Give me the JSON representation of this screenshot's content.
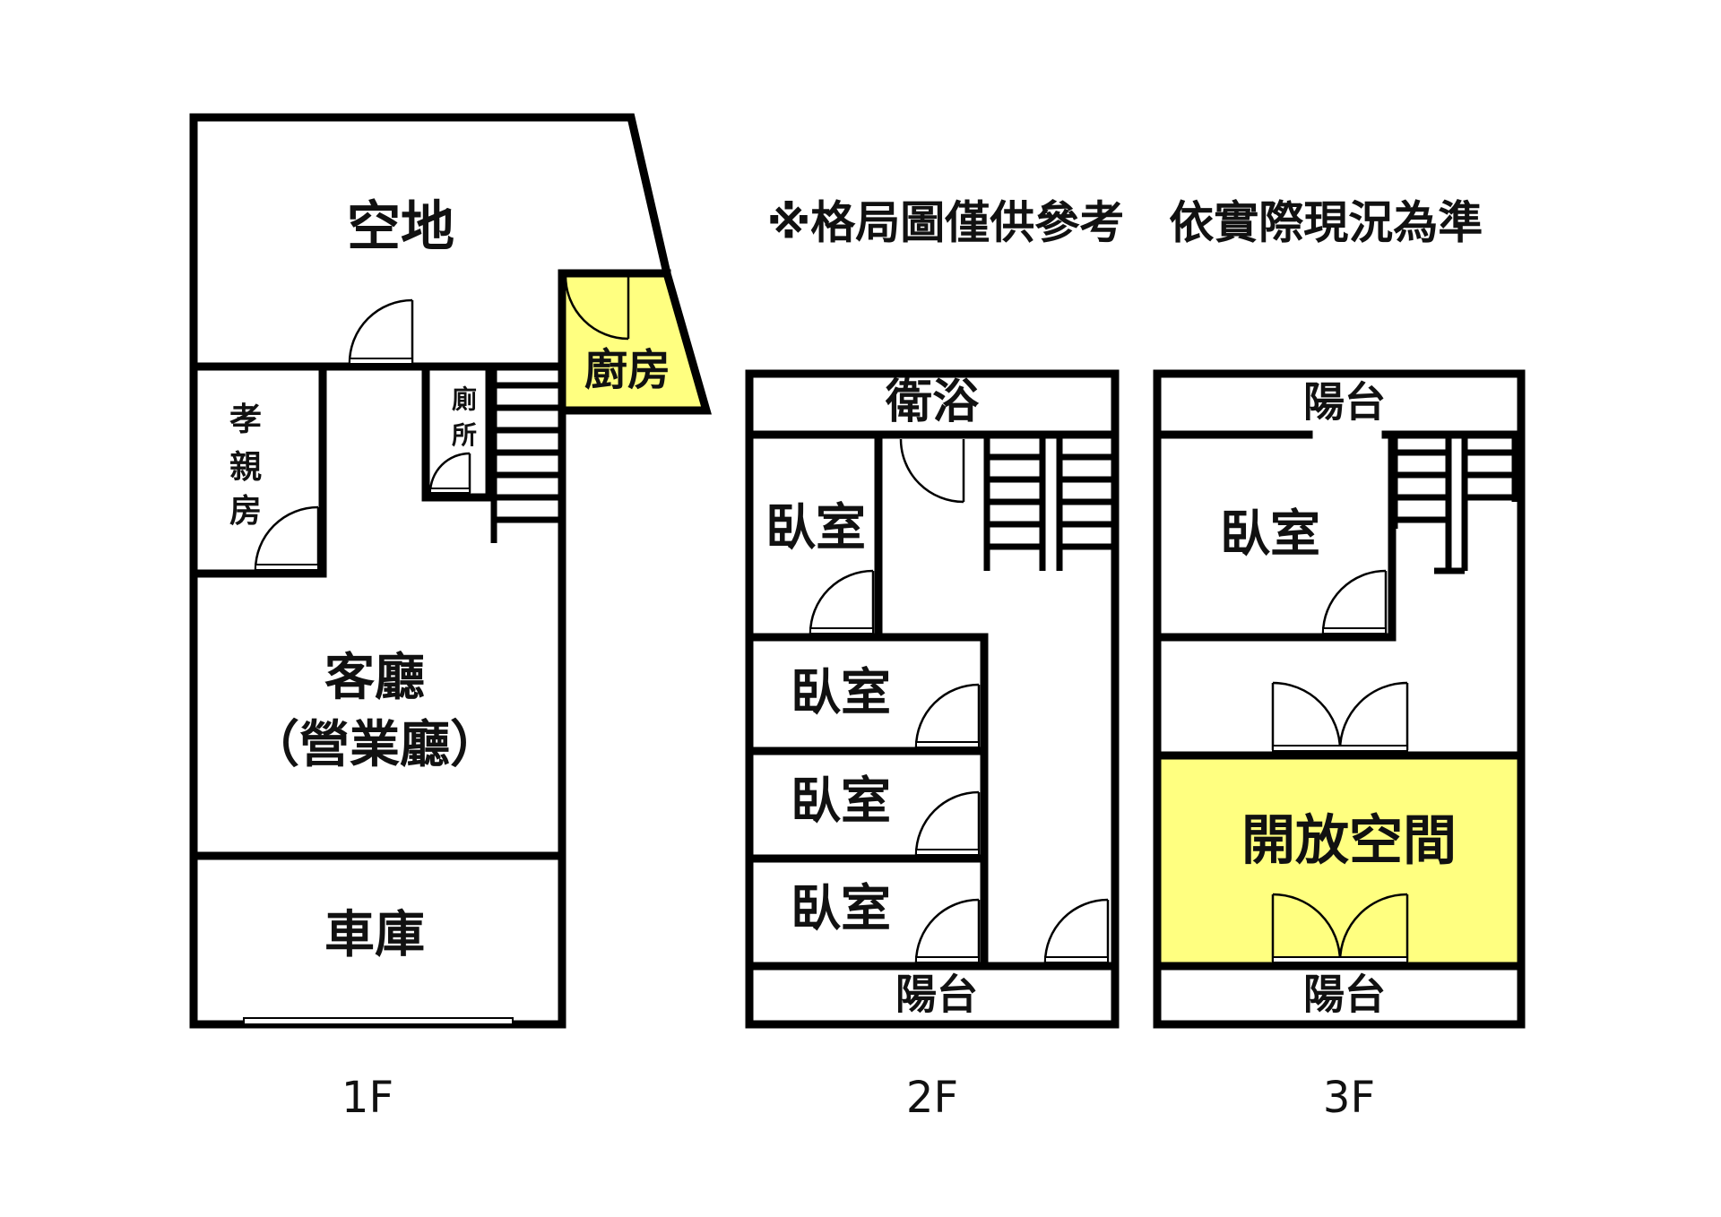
{
  "notice": "※格局圖僅供參考　依實際現況為準",
  "colors": {
    "highlight": "#ffff80",
    "wall": "#000000",
    "background": "#ffffff"
  },
  "floors": {
    "f1": {
      "label": "1F",
      "rooms": {
        "open_land": "空地",
        "kitchen": "廚房",
        "elder_room_1": "孝",
        "elder_room_2": "親",
        "elder_room_3": "房",
        "toilet_1": "廁",
        "toilet_2": "所",
        "living_room": "客廳",
        "business_hall": "（營業廳）",
        "garage": "車庫"
      }
    },
    "f2": {
      "label": "2F",
      "rooms": {
        "bathroom": "衛浴",
        "bedroom_a": "臥室",
        "bedroom_b": "臥室",
        "bedroom_c": "臥室",
        "bedroom_d": "臥室",
        "balcony": "陽台"
      }
    },
    "f3": {
      "label": "3F",
      "rooms": {
        "balcony_top": "陽台",
        "bedroom": "臥室",
        "open_space": "開放空間",
        "balcony_bottom": "陽台"
      }
    }
  }
}
